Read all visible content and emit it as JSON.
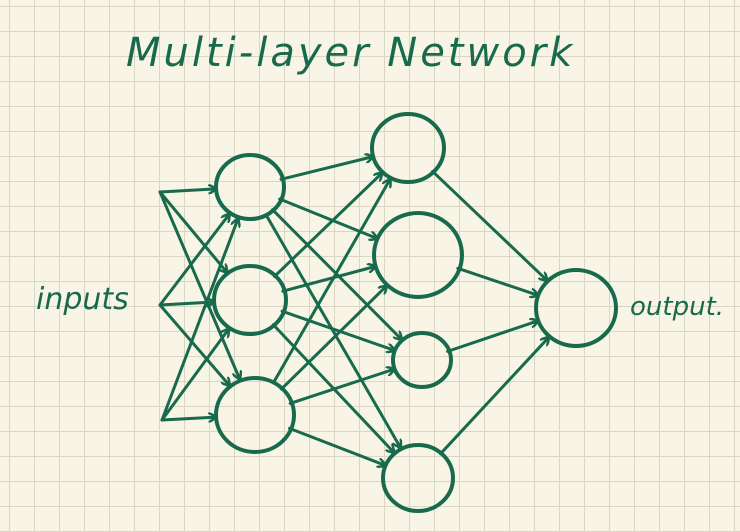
{
  "title": "Multi-layer Network",
  "inputs_label": "inputs",
  "output_label": "output.",
  "ink_color": "#186a4d",
  "network": {
    "layers": [
      {
        "name": "input-layer",
        "node_count": 3
      },
      {
        "name": "hidden-layer-1",
        "node_count": 3
      },
      {
        "name": "hidden-layer-2",
        "node_count": 4
      },
      {
        "name": "output-layer",
        "node_count": 1
      }
    ],
    "connectivity": "fully-connected"
  }
}
